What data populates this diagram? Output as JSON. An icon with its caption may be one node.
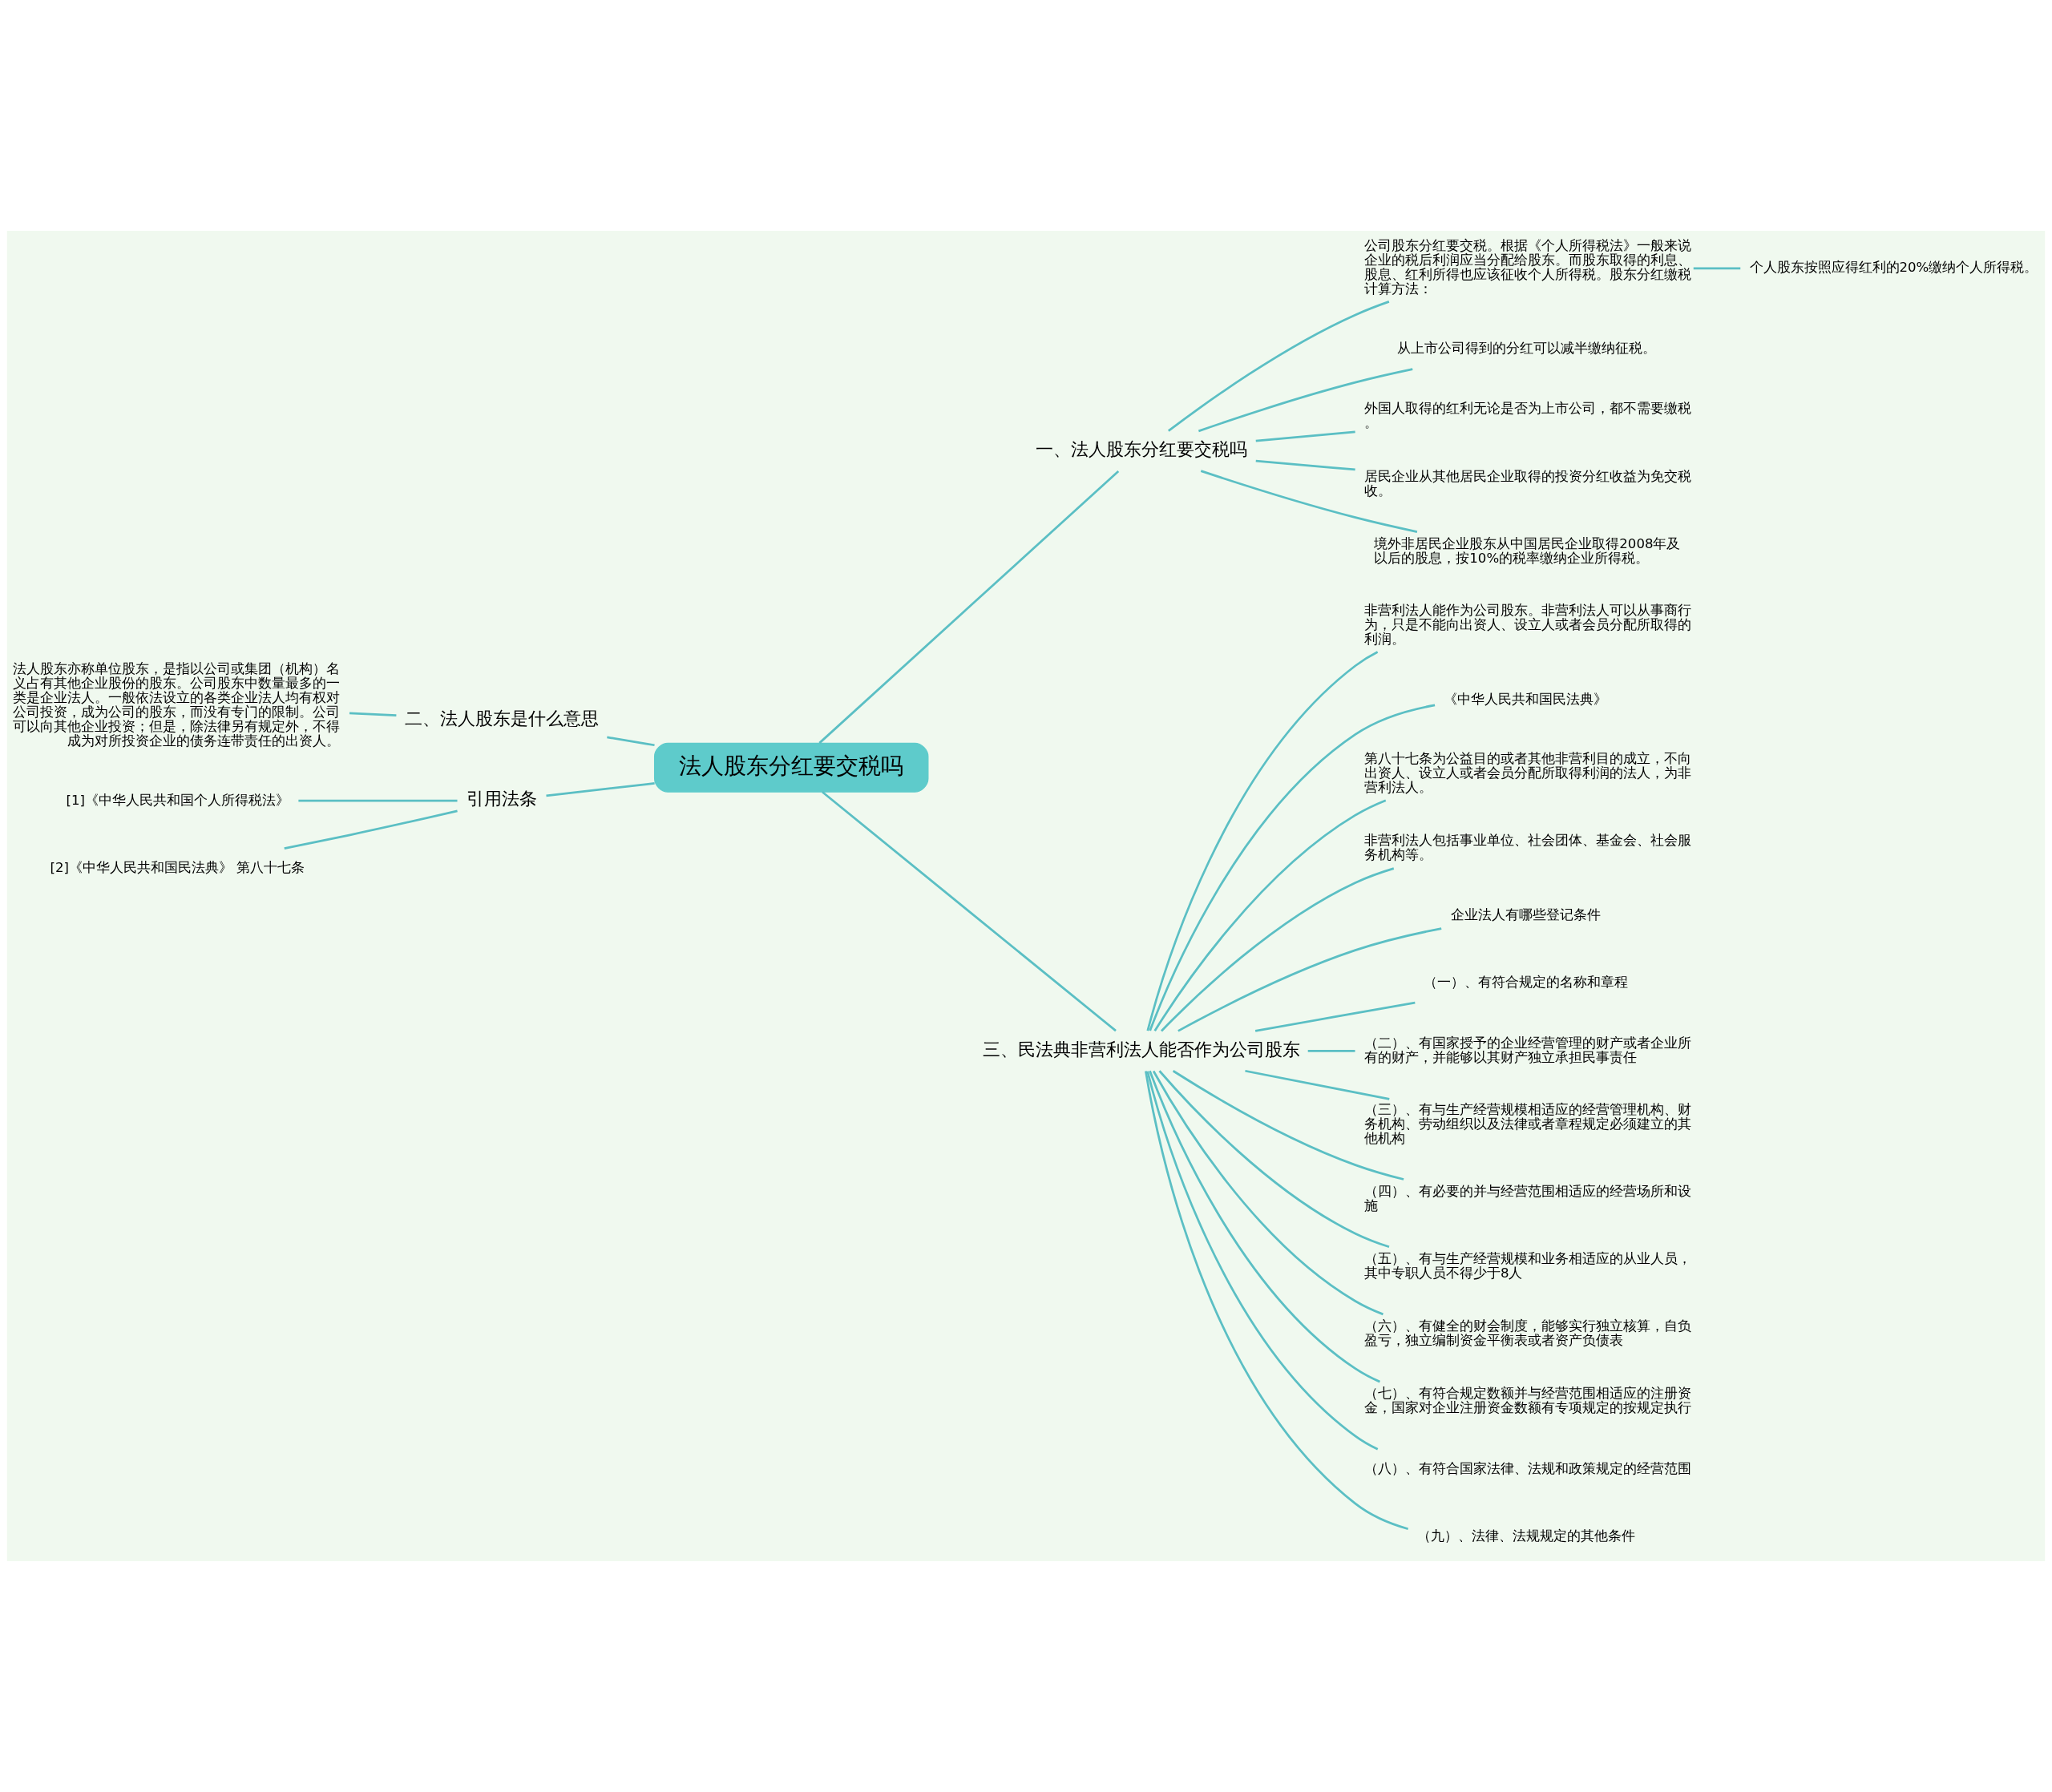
{
  "diagram": {
    "nodes": [
      {
        "text": [
          "法人股东分红要交税吗"
        ]
      },
      {
        "text": [
          "一、法人股东分红要交税吗"
        ]
      },
      {
        "text": [
          "公司股东分红要交税。根据《个人所得税法》一般来说企业的税后利润应当分配给股东。而股东取得的利息、股息、红利所得也应该征收个人所得税。股东分红缴税计算方法："
        ]
      },
      {
        "text": [
          "个人股东按照应得红利的20%缴纳个人所得税。"
        ]
      },
      {
        "text": [
          "从上市公司得到的分红可以减半缴纳征税。"
        ]
      },
      {
        "text": [
          "外国人取得的红利无论是否为上市公司，都不需要缴税。"
        ]
      },
      {
        "text": [
          "居民企业从其他居民企业取得的投资分红收益为免交税收。"
        ]
      },
      {
        "text": [
          "境外非居民企业股东从中国居民企业取得2008年及以后的股息，按10%的税率缴纳企业所得税。"
        ]
      },
      {
        "text": [
          "二、法人股东是什么意思"
        ]
      },
      {
        "text": [
          "法人股东亦称单位股东，是指以公司或集团（机构）名义占有其他企业股份的股东。公司股东中数量最多的一类是企业法人。一般依法设立的各类企业法人均有权对公司投资，成为公司的股东，而没有专门的限制。公司可以向其他企业投资；但是，除法律另有规定外，不得成为对所投资企业的债务连带责任的出资人。"
        ]
      },
      {
        "text": [
          "引用法条"
        ]
      },
      {
        "text": [
          "[1]《中华人民共和国个人所得税法》"
        ]
      },
      {
        "text": [
          "[2]《中华人民共和国民法典》 第八十七条"
        ]
      },
      {
        "text": [
          "三、民法典非营利法人能否作为公司股东"
        ]
      },
      {
        "text": [
          "非营利法人能作为公司股东。非营利法人可以从事商行为，只是不能向出资人、设立人或者会员分配所取得的利润。"
        ]
      },
      {
        "text": [
          "《中华人民共和国民法典》"
        ]
      },
      {
        "text": [
          "第八十七条为公益目的或者其他非营利目的成立，不向出资人、设立人或者会员分配所取得利润的法人，为非营利法人。"
        ]
      },
      {
        "text": [
          "非营利法人包括事业单位、社会团体、基金会、社会服务机构等。"
        ]
      },
      {
        "text": [
          "企业法人有哪些登记条件"
        ]
      },
      {
        "text": [
          "（一）、有符合规定的名称和章程"
        ]
      },
      {
        "text": [
          "（二）、有国家授予的企业经营管理的财产或者企业所有的财产，并能够以其财产独立承担民事责任"
        ]
      },
      {
        "text": [
          "（三）、有与生产经营规模相适应的经营管理机构、财务机构、劳动组织以及法律或者章程规定必须建立的其他机构"
        ]
      },
      {
        "text": [
          "（四）、有必要的并与经营范围相适应的经营场所和设施"
        ]
      },
      {
        "text": [
          "（五）、有与生产经营规模和业务相适应的从业人员，其中专职人员不得少于8人"
        ]
      },
      {
        "text": [
          "（六）、有健全的财会制度，能够实行独立核算，自负盈亏，独立编制资金平衡表或者资产负债表"
        ]
      },
      {
        "text": [
          "（七）、有符合规定数额并与经营范围相适应的注册资金，国家对企业注册资金数额有专项规定的按规定执行"
        ]
      },
      {
        "text": [
          "（八）、有符合国家法律、法规和政策规定的经营范围"
        ]
      },
      {
        "text": [
          "（九）、法律、法规规定的其他条件"
        ]
      }
    ],
    "edges": [
      {
        "from": 0,
        "to": 1,
        "arrow": "none"
      },
      {
        "from": 1,
        "to": 2,
        "arrow": "none"
      },
      {
        "from": 2,
        "to": 3,
        "arrow": "none"
      },
      {
        "from": 1,
        "to": 4,
        "arrow": "none"
      },
      {
        "from": 1,
        "to": 5,
        "arrow": "none"
      },
      {
        "from": 1,
        "to": 6,
        "arrow": "none"
      },
      {
        "from": 1,
        "to": 7,
        "arrow": "none"
      },
      {
        "from": 0,
        "to": 8,
        "arrow": "none"
      },
      {
        "from": 8,
        "to": 9,
        "arrow": "none"
      },
      {
        "from": 0,
        "to": 10,
        "arrow": "none"
      },
      {
        "from": 10,
        "to": 11,
        "arrow": "none"
      },
      {
        "from": 10,
        "to": 12,
        "arrow": "none"
      },
      {
        "from": 0,
        "to": 13,
        "arrow": "none"
      },
      {
        "from": 13,
        "to": 14,
        "arrow": "none"
      },
      {
        "from": 13,
        "to": 15,
        "arrow": "none"
      },
      {
        "from": 13,
        "to": 16,
        "arrow": "none"
      },
      {
        "from": 13,
        "to": 17,
        "arrow": "none"
      },
      {
        "from": 13,
        "to": 18,
        "arrow": "none"
      },
      {
        "from": 13,
        "to": 19,
        "arrow": "none"
      },
      {
        "from": 13,
        "to": 20,
        "arrow": "none"
      },
      {
        "from": 13,
        "to": 21,
        "arrow": "none"
      },
      {
        "from": 13,
        "to": 22,
        "arrow": "none"
      },
      {
        "from": 13,
        "to": 23,
        "arrow": "none"
      },
      {
        "from": 13,
        "to": 24,
        "arrow": "none"
      },
      {
        "from": 13,
        "to": 25,
        "arrow": "none"
      },
      {
        "from": 13,
        "to": 26,
        "arrow": "none"
      },
      {
        "from": 13,
        "to": 27,
        "arrow": "none"
      }
    ]
  }
}
